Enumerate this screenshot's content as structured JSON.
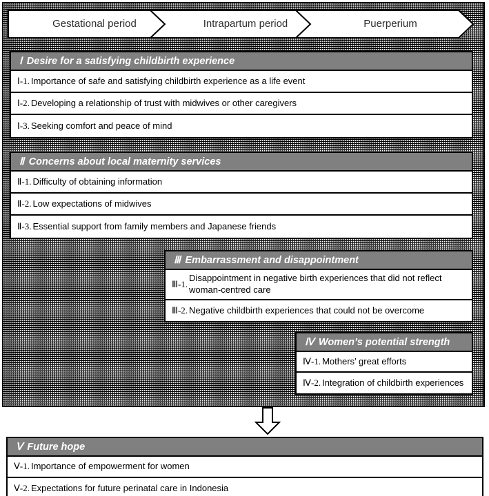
{
  "phases": {
    "name": "phase-timeline",
    "items": [
      {
        "label": "Gestational period"
      },
      {
        "label": "Intrapartum period"
      },
      {
        "label": "Puerperium"
      }
    ]
  },
  "themes": [
    {
      "id": "theme-1",
      "numeral": "Ⅰ",
      "title": "Desire for a satisfying childbirth experience",
      "items": [
        {
          "num": "Ⅰ-1.",
          "text": "Importance of safe and satisfying childbirth experience as a life event"
        },
        {
          "num": "Ⅰ-2.",
          "text": "Developing a relationship of trust with midwives  or other caregivers"
        },
        {
          "num": "Ⅰ-3.",
          "text": "Seeking comfort and peace of mind"
        }
      ]
    },
    {
      "id": "theme-2",
      "numeral": "Ⅱ",
      "title": "Concerns about local maternity services",
      "items": [
        {
          "num": "Ⅱ-1.",
          "text": "Difficulty of obtaining information"
        },
        {
          "num": "Ⅱ-2.",
          "text": "Low expectations of midwives"
        },
        {
          "num": "Ⅱ-3.",
          "text": "Essential support from family members and Japanese friends"
        }
      ]
    },
    {
      "id": "theme-3",
      "numeral": "Ⅲ",
      "title": "Embarrassment and disappointment",
      "items": [
        {
          "num": "Ⅲ-1.",
          "text": "Disappointment in negative birth experiences that did not reflect woman-centred care"
        },
        {
          "num": "Ⅲ-2.",
          "text": "Negative childbirth experiences that could not be overcome"
        }
      ]
    },
    {
      "id": "theme-4",
      "numeral": "Ⅳ",
      "title": "Women’s potential strength",
      "items": [
        {
          "num": "Ⅳ-1.",
          "text": "Mothers’ great efforts"
        },
        {
          "num": "Ⅳ-2.",
          "text": "Integration of childbirth experiences"
        }
      ]
    },
    {
      "id": "theme-5",
      "numeral": "Ⅴ",
      "title": "Future hope",
      "items": [
        {
          "num": "Ⅴ-1.",
          "text": "Importance of empowerment for women"
        },
        {
          "num": "Ⅴ-2.",
          "text": "Expectations for future perinatal care in Indonesia"
        }
      ]
    }
  ],
  "connector": {
    "name": "down-arrow",
    "direction": "down"
  },
  "colors": {
    "header_gray": "#808080",
    "header_text": "#ffffff",
    "border": "#000000",
    "panel_background": "#ffffff",
    "phase_text": "#2c2c2c"
  }
}
